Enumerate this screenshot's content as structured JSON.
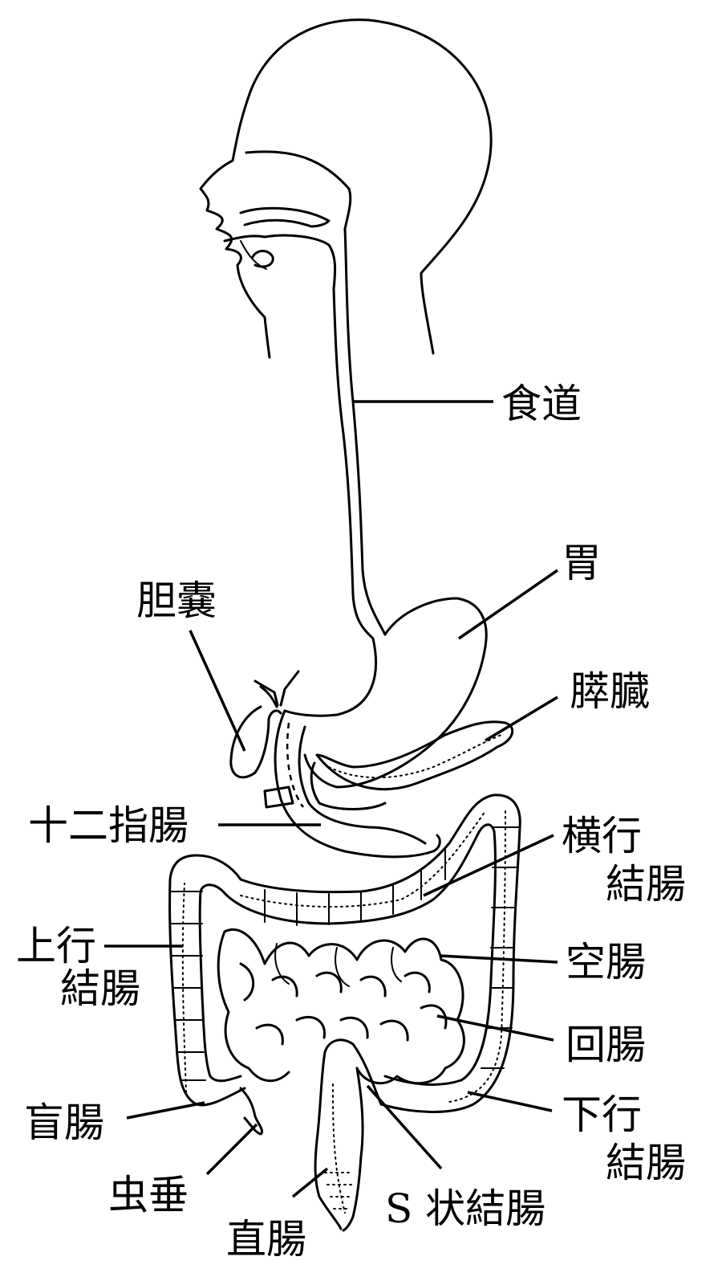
{
  "labels": {
    "esophagus": "食道",
    "stomach": "胃",
    "gallbladder": "胆嚢",
    "pancreas": "膵臓",
    "duodenum": "十二指腸",
    "transverse_colon_line1": "横行",
    "transverse_colon_line2": "結腸",
    "ascending_colon_line1": "上行",
    "ascending_colon_line2": "結腸",
    "jejunum": "空腸",
    "ileum": "回腸",
    "cecum": "盲腸",
    "descending_colon_line1": "下行",
    "descending_colon_line2": "結腸",
    "appendix": "虫垂",
    "rectum": "直腸",
    "sigmoid_colon": "S 状結腸"
  }
}
